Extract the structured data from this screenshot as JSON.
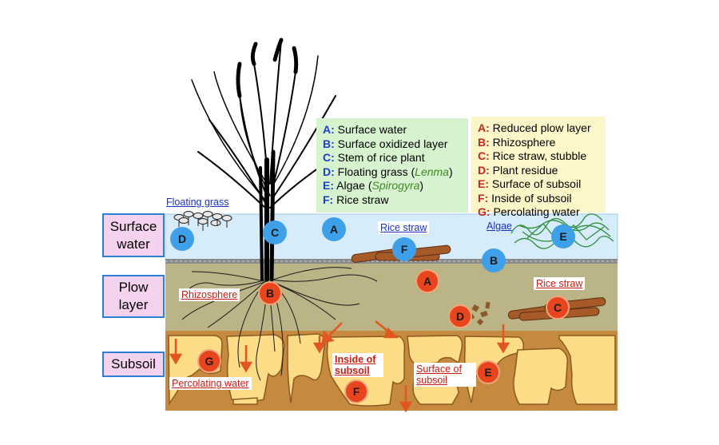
{
  "layers": {
    "surface_water": "Surface water",
    "plow_layer": "Plow layer",
    "subsoil": "Subsoil"
  },
  "legend_left": [
    {
      "key": "A:",
      "text": "Surface water"
    },
    {
      "key": "B:",
      "text": "Surface oxidized layer"
    },
    {
      "key": "C:",
      "text": "Stem of rice plant"
    },
    {
      "key": "D:",
      "text": "Floating grass (",
      "species": "Lenma",
      "after": ")"
    },
    {
      "key": "E:",
      "text": "Algae (",
      "species": "Spirogyra",
      "after": ")"
    },
    {
      "key": "F:",
      "text": "Rice straw"
    }
  ],
  "legend_right": [
    {
      "key": "A:",
      "text": "Reduced plow layer"
    },
    {
      "key": "B:",
      "text": "Rhizosphere"
    },
    {
      "key": "C:",
      "text": "Rice straw, stubble"
    },
    {
      "key": "D:",
      "text": "Plant residue"
    },
    {
      "key": "E:",
      "text": "Surface of subsoil"
    },
    {
      "key": "F:",
      "text": "Inside of subsoil"
    },
    {
      "key": "G:",
      "text": "Percolating water"
    }
  ],
  "labels": {
    "floating_grass": "Floating grass",
    "rice_straw_water": "Rice straw",
    "algae": "Algae",
    "rhizosphere": "Rhizosphere",
    "rice_straw_plow": "Rice straw",
    "inside_subsoil": "Inside of subsoil",
    "surface_subsoil": "Surface of subsoil",
    "percolating_water": "Percolating water"
  },
  "markers": {
    "water_D": "D",
    "water_C": "C",
    "water_A": "A",
    "water_F": "F",
    "water_E": "E",
    "water_B": "B",
    "soil_A": "A",
    "soil_B": "B",
    "soil_C": "C",
    "soil_D": "D",
    "soil_G": "G",
    "soil_F": "F",
    "soil_E": "E"
  },
  "colors": {
    "water": "#d6ecfa",
    "plow": "#bbb487",
    "subsoil_bg": "#c58a3f",
    "subsoil_block": "#fcdc86",
    "arrow": "#e2561f",
    "blue_marker": "#3ea0e8",
    "red_marker": "#e8451e"
  }
}
